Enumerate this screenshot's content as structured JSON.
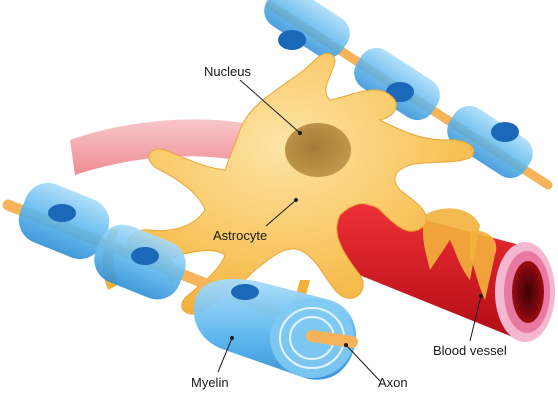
{
  "labels": {
    "nucleus": "Nucleus",
    "astrocyte": "Astrocyte",
    "myelin": "Myelin",
    "axon": "Axon",
    "blood_vessel": "Blood vessel"
  },
  "colors": {
    "astrocyte": "#f8c35a",
    "nucleus": "#b8893a",
    "vessel": "#d7131d",
    "vessel_back": "#f2a3a7",
    "myelin": "#5fb8ec",
    "myelin_node": "#1b67b8",
    "axon": "#f7b35a"
  }
}
